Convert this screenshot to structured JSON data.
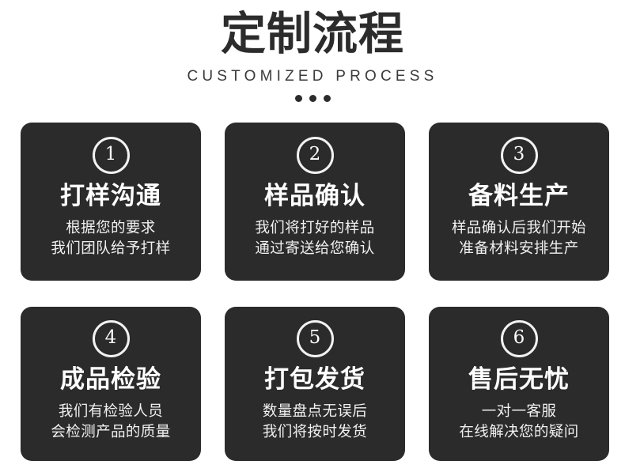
{
  "header": {
    "title": "定制流程",
    "subtitle": "CUSTOMIZED PROCESS",
    "divider_dots": 3
  },
  "theme": {
    "page_background": "#ffffff",
    "card_background": "#2b2b2b",
    "title_color": "#2c2c2c",
    "card_text_color": "#ffffff",
    "badge_ring_color": "#f2f2f2"
  },
  "steps": [
    {
      "number": "1",
      "title": "打样沟通",
      "desc_line1": "根据您的要求",
      "desc_line2": "我们团队给予打样"
    },
    {
      "number": "2",
      "title": "样品确认",
      "desc_line1": "我们将打好的样品",
      "desc_line2": "通过寄送给您确认"
    },
    {
      "number": "3",
      "title": "备料生产",
      "desc_line1": "样品确认后我们开始",
      "desc_line2": "准备材料安排生产"
    },
    {
      "number": "4",
      "title": "成品检验",
      "desc_line1": "我们有检验人员",
      "desc_line2": "会检测产品的质量"
    },
    {
      "number": "5",
      "title": "打包发货",
      "desc_line1": "数量盘点无误后",
      "desc_line2": "我们将按时发货"
    },
    {
      "number": "6",
      "title": "售后无忧",
      "desc_line1": "一对一客服",
      "desc_line2": "在线解决您的疑问"
    }
  ]
}
